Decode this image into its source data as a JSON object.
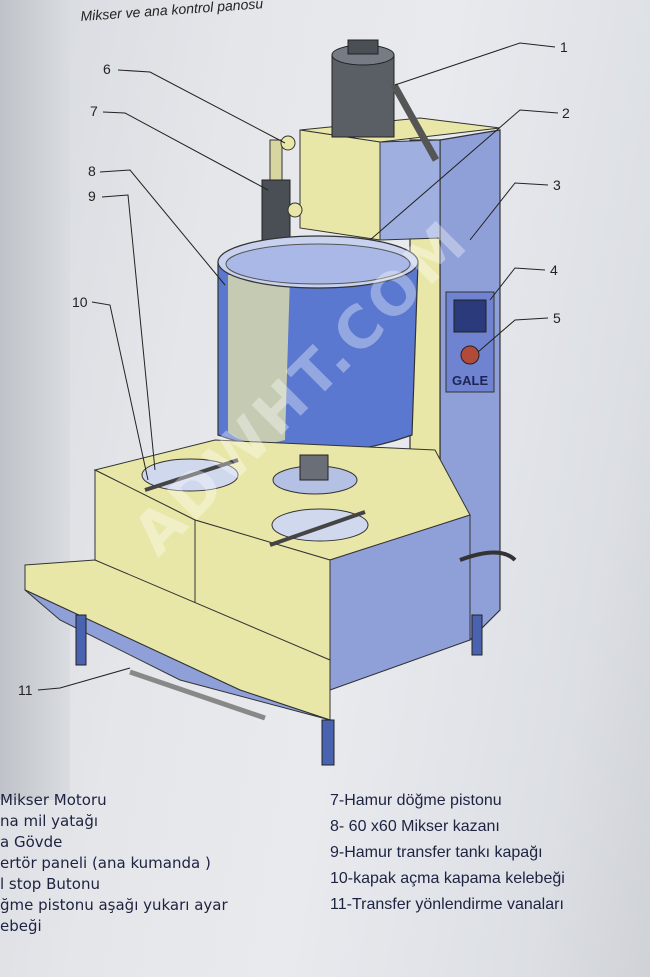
{
  "page": {
    "title": "Mikser ve ana kontrol panosu",
    "watermark": "ADWHT.COM"
  },
  "diagram": {
    "callouts": [
      "1",
      "2",
      "3",
      "4",
      "5",
      "6",
      "7",
      "8",
      "9",
      "10",
      "11"
    ],
    "panel_brand": "GALE"
  },
  "legend": {
    "left": [
      "Mikser Motoru",
      "na mil yatağı",
      "a Gövde",
      "ertör paneli (ana kumanda )",
      "l stop Butonu",
      "ğme pistonu aşağı yukarı ayar",
      "ebeği"
    ],
    "right": [
      "7-Hamur döğme pistonu",
      "8- 60 x60 Mikser kazanı",
      "9-Hamur transfer tankı kapağı",
      "10-kapak açma kapama kelebeği",
      "11-Transfer yönlendirme vanaları"
    ]
  },
  "colors": {
    "machine_yellow": "#e9e7a8",
    "machine_blue": "#8f9fd8",
    "tank_blue": "#5a78d0",
    "motor_gray": "#5a5f66",
    "legs_blue": "#4a63b0"
  }
}
